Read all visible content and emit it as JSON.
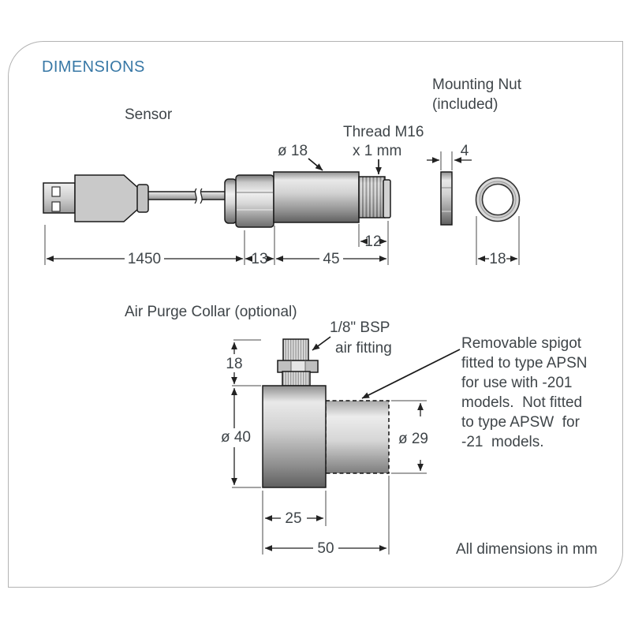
{
  "page": {
    "title": "DIMENSIONS",
    "footnote": "All dimensions in mm"
  },
  "colors": {
    "accent": "#3878a6",
    "text": "#3f4549",
    "line": "#222222",
    "border": "#b3b3b3",
    "metal_light": "#e9e9e9",
    "metal_dark": "#5f5f5f"
  },
  "sensor": {
    "label": "Sensor",
    "diameter_label": "ø 18",
    "thread_label": [
      "Thread M16",
      "x 1 mm"
    ],
    "dims": {
      "cable": "1450",
      "gland": "13",
      "body": "45",
      "thread": "12"
    }
  },
  "mounting_nut": {
    "label": [
      "Mounting Nut",
      "(included)"
    ],
    "dims": {
      "thickness": "4",
      "bore": "18"
    }
  },
  "air_purge_collar": {
    "label": "Air Purge Collar (optional)",
    "fitting_label": [
      "1/8\" BSP",
      "air fitting"
    ],
    "dims": {
      "fitting_height": "18",
      "body_diameter": "ø 40",
      "spigot_diameter": "ø 29",
      "body_length": "25",
      "total_length": "50"
    },
    "note_lines": [
      "Removable spigot",
      "fitted to type APSN",
      "for use with -201",
      "models.  Not fitted",
      "to type APSW  for",
      "-21  models."
    ]
  }
}
